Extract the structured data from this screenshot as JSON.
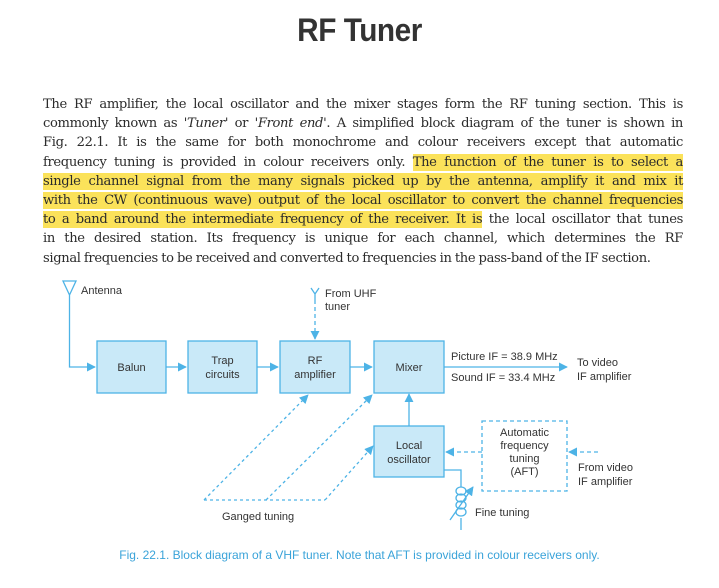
{
  "title": "RF Tuner",
  "paragraph": {
    "lines": [
      [
        {
          "t": "The RF amplifier, the local oscillator and the mixer stages form the RF tuning section. This is"
        }
      ],
      [
        {
          "t": "commonly known as "
        },
        {
          "t": "'Tuner'",
          "em": true
        },
        {
          "t": " or "
        },
        {
          "t": "'Front end'",
          "em": true
        },
        {
          "t": ". A simplified block diagram of the tuner is shown in"
        }
      ],
      [
        {
          "t": "Fig. 22.1. It is the same for both monochrome and colour receivers except that automatic"
        }
      ],
      [
        {
          "t": "frequency tuning is provided in colour receivers only. "
        },
        {
          "t": "The function of the tuner is to select a",
          "hl": true
        }
      ],
      [
        {
          "t": "single channel signal from the many signals picked up by the antenna, amplify it and mix it",
          "hl": true
        }
      ],
      [
        {
          "t": "with the CW (continuous wave) output of the local oscillator to convert the channel frequencies",
          "hl": true
        }
      ],
      [
        {
          "t": "to a band around the intermediate frequency of the receiver. It is",
          "hl": true
        },
        {
          "t": " the local oscillator that tunes"
        }
      ],
      [
        {
          "t": "in the desired station. Its frequency is unique for each channel, which determines the RF"
        }
      ],
      [
        {
          "t": "signal frequencies to be received and converted to frequencies in the pass-band of the IF section."
        }
      ]
    ]
  },
  "diagram": {
    "colors": {
      "line": "#4db3e6",
      "box_fill": "#c9e9f8",
      "text": "#333333",
      "highlight": "#fbe25a",
      "caption": "#3aa3d9"
    },
    "antenna_label": "Antenna",
    "uhf_label_1": "From UHF",
    "uhf_label_2": "tuner",
    "blocks": {
      "balun": [
        "Balun"
      ],
      "trap": [
        "Trap",
        "circuits"
      ],
      "rf_amp": [
        "RF",
        "amplifier"
      ],
      "mixer": [
        "Mixer"
      ],
      "local_osc": [
        "Local",
        "oscillator"
      ],
      "aft": [
        "Automatic",
        "frequency",
        "tuning",
        "(AFT)"
      ]
    },
    "picture_if": "Picture IF = 38.9 MHz",
    "sound_if": "Sound IF = 33.4 MHz",
    "to_video_1": "To video",
    "to_video_2": "IF amplifier",
    "from_video_1": "From video",
    "from_video_2": "IF amplifier",
    "ganged_tuning": "Ganged tuning",
    "fine_tuning": "Fine tuning"
  },
  "caption": "Fig. 22.1. Block diagram of a VHF tuner. Note that AFT is provided in colour receivers only."
}
